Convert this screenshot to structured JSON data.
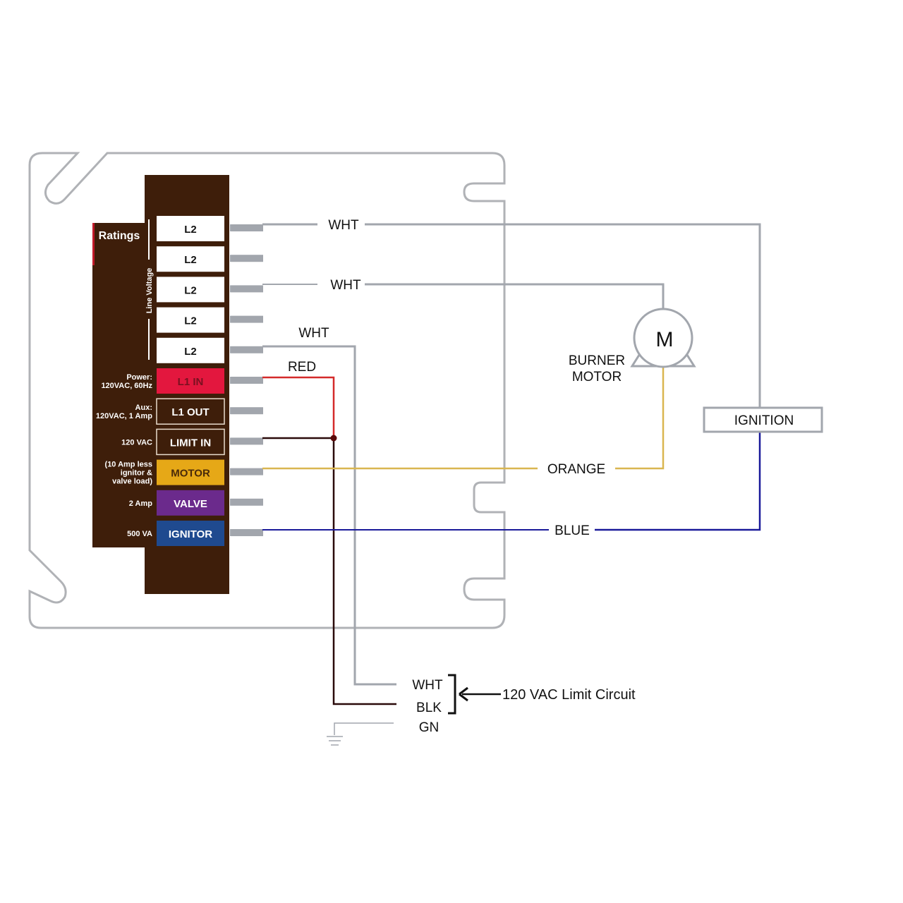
{
  "control": {
    "ratings_title": "Ratings",
    "line_voltage_label": "Line Voltage",
    "terminals": [
      {
        "label": "L2",
        "color": "#ffffff",
        "text_color": "#111111",
        "rating": []
      },
      {
        "label": "L2",
        "color": "#ffffff",
        "text_color": "#111111",
        "rating": []
      },
      {
        "label": "L2",
        "color": "#ffffff",
        "text_color": "#111111",
        "rating": []
      },
      {
        "label": "L2",
        "color": "#ffffff",
        "text_color": "#111111",
        "rating": []
      },
      {
        "label": "L2",
        "color": "#ffffff",
        "text_color": "#111111",
        "rating": []
      },
      {
        "label": "L1 IN",
        "color": "#e3173e",
        "text_color": "#7a1020",
        "rating": [
          "Power:",
          "120VAC, 60Hz"
        ]
      },
      {
        "label": "L1 OUT",
        "color": "#3e1e0a",
        "text_color": "#ffffff",
        "rating": [
          "Aux:",
          "120VAC, 1 Amp"
        ]
      },
      {
        "label": "LIMIT IN",
        "color": "#3e1e0a",
        "text_color": "#ffffff",
        "rating": [
          "120 VAC"
        ]
      },
      {
        "label": "MOTOR",
        "color": "#e6a817",
        "text_color": "#4a2a0a",
        "rating": [
          "(10 Amp less",
          "ignitor &",
          "valve load)"
        ]
      },
      {
        "label": "VALVE",
        "color": "#6b2a8c",
        "text_color": "#ffffff",
        "rating": [
          "2 Amp"
        ]
      },
      {
        "label": "IGNITOR",
        "color": "#1f4a8f",
        "text_color": "#ffffff",
        "rating": [
          "500 VA"
        ]
      }
    ],
    "body_color": "#3e1e0a"
  },
  "wires": {
    "wht1": "WHT",
    "wht2": "WHT",
    "wht3": "WHT",
    "red": "RED",
    "orange": "ORANGE",
    "blue": "BLUE"
  },
  "wire_colors": {
    "white": "#a2a6ad",
    "red": "#d42a2a",
    "black": "#2a0a0a",
    "orange": "#d9b650",
    "blue": "#1a1a9a",
    "enclosure": "#b0b2b6"
  },
  "motor": {
    "symbol": "M",
    "label_line1": "BURNER",
    "label_line2": "MOTOR"
  },
  "ignition": {
    "label": "IGNITION"
  },
  "limit_circuit": {
    "wht": "WHT",
    "blk": "BLK",
    "gn": "GN",
    "caption": "120 VAC Limit Circuit"
  }
}
